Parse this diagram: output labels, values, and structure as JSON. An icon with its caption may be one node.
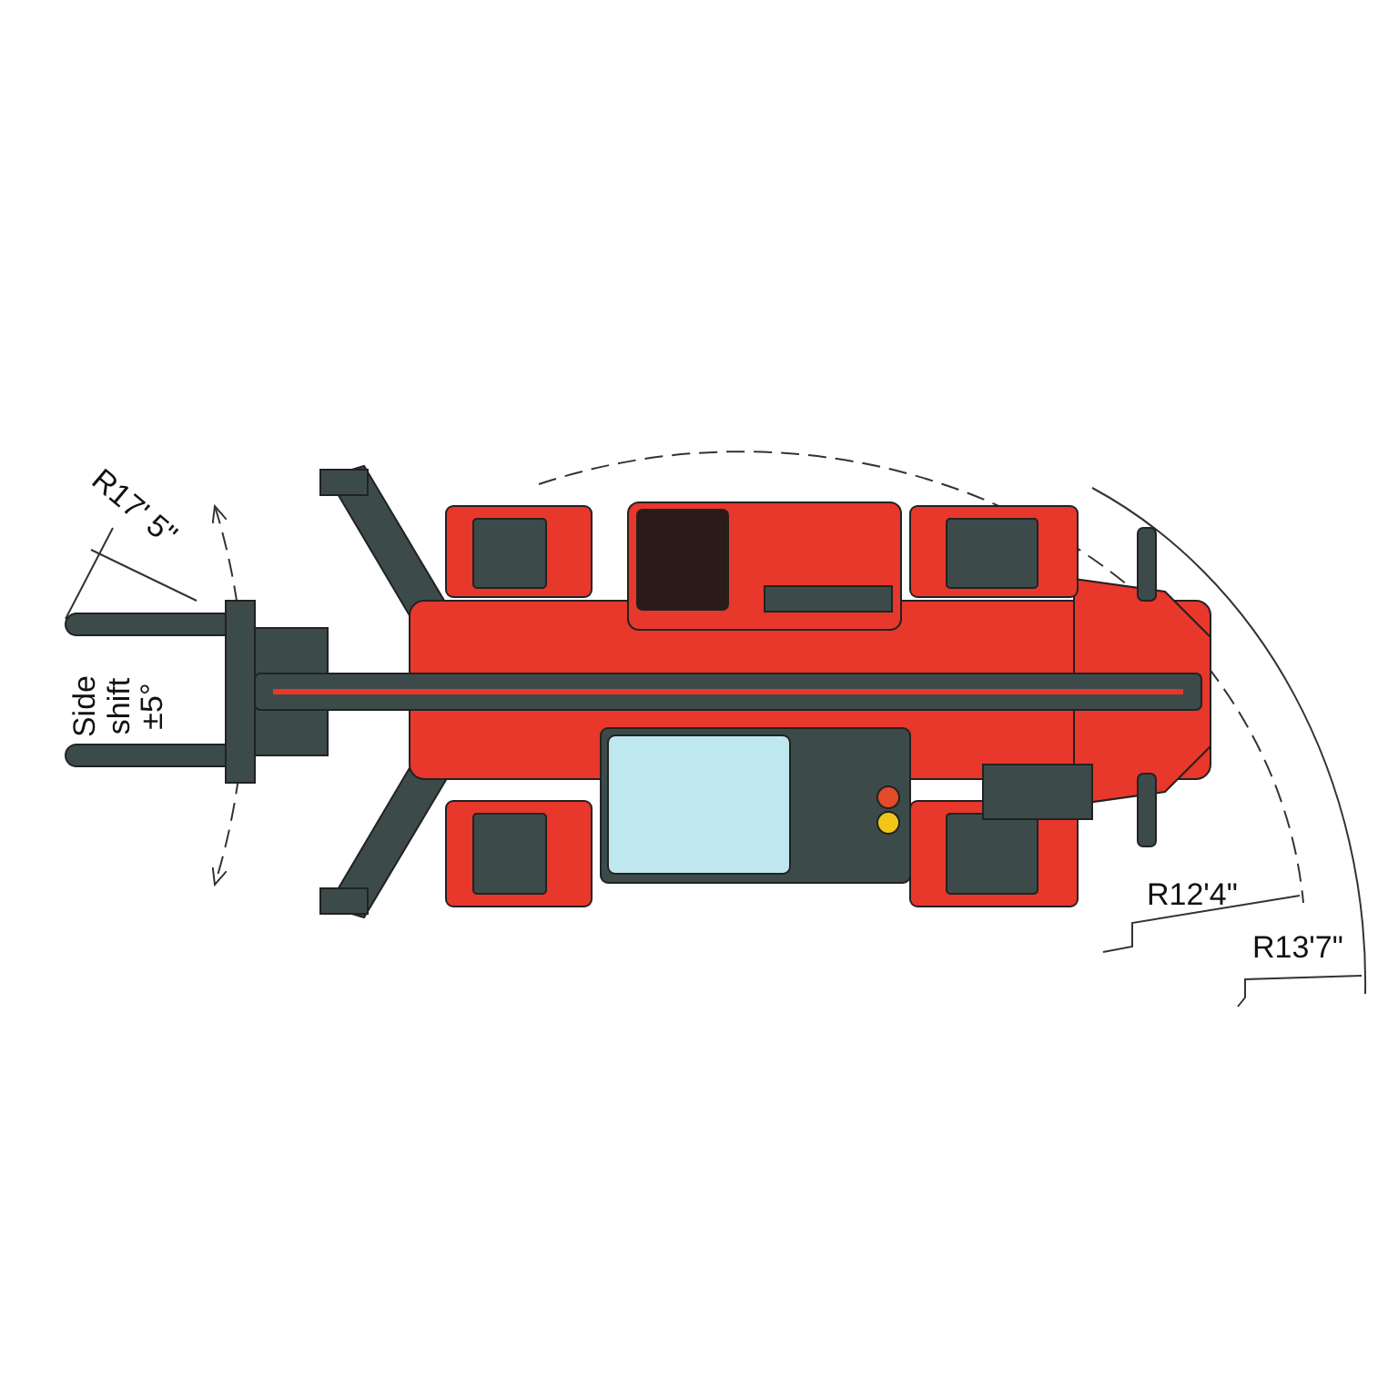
{
  "diagram": {
    "labels": [
      "R17' 5\"",
      "Side shift ±5°",
      "R12'4\"",
      "R13'7\""
    ]
  }
}
